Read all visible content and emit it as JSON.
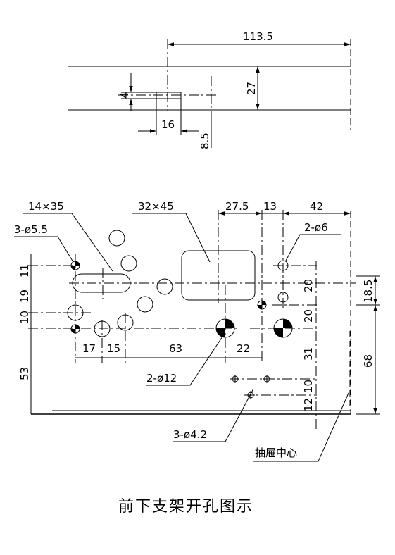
{
  "title": "前下支架开孔图示",
  "top_view": {
    "dim_width": "113.5",
    "dim_height": "27",
    "dim_4": "4",
    "dim_16": "16",
    "dim_8_5": "8.5"
  },
  "front_view": {
    "slot_label": "14×35",
    "hole_5_5_label": "3-ø5.5",
    "rect_label": "32×45",
    "dim_27_5": "27.5",
    "dim_13": "13",
    "dim_42": "42",
    "hole_6_label": "2-ø6",
    "left_dims": [
      "11",
      "19",
      "10",
      "53"
    ],
    "right_dims": [
      "20",
      "20",
      "31",
      "10",
      "12"
    ],
    "far_right_dims": [
      "18.5",
      "68"
    ],
    "bottom_dims": [
      "17",
      "15",
      "63",
      "22"
    ],
    "hole_12_label": "2-ø12",
    "hole_4_2_label": "3-ø4.2",
    "drawer_center_label": "抽屉中心"
  }
}
